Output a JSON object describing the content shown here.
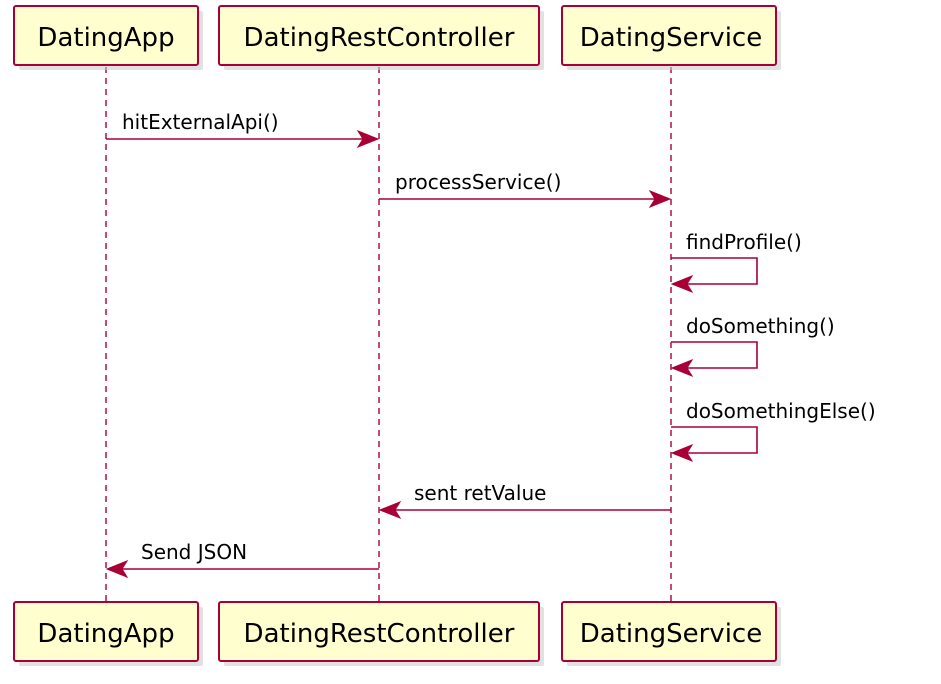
{
  "participants": [
    {
      "id": "app",
      "label": "DatingApp"
    },
    {
      "id": "controller",
      "label": "DatingRestController"
    },
    {
      "id": "service",
      "label": "DatingService"
    }
  ],
  "messages": [
    {
      "from": "app",
      "to": "controller",
      "label": "hitExternalApi()"
    },
    {
      "from": "controller",
      "to": "service",
      "label": "processService()"
    },
    {
      "from": "service",
      "to": "service",
      "label": "findProfile()"
    },
    {
      "from": "service",
      "to": "service",
      "label": "doSomething()"
    },
    {
      "from": "service",
      "to": "service",
      "label": "doSomethingElse()"
    },
    {
      "from": "service",
      "to": "controller",
      "label": "sent retValue"
    },
    {
      "from": "controller",
      "to": "app",
      "label": "Send JSON"
    }
  ],
  "colors": {
    "participant_fill": "#FEFECE",
    "participant_border": "#A80036",
    "line": "#A80036",
    "text": "#000000"
  }
}
